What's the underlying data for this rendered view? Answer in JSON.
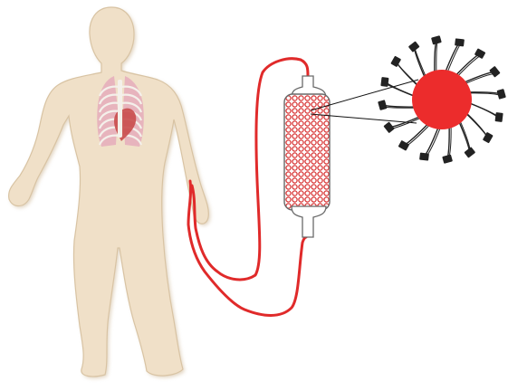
{
  "figure": {
    "elements": [
      "human-body",
      "chest-organs",
      "blood-tubing",
      "adsorption-column",
      "bead-particle"
    ],
    "colors": {
      "skin": "#f0e0c8",
      "skin_outline": "#d8c3a3",
      "tubing": "#e02a2a",
      "column_outline": "#6a6a6a",
      "column_mesh": "#d93a3a",
      "bead": "#ec2c2c",
      "ligand": "#222222",
      "lung": "#e7b4bd",
      "bone": "#f4f0ea",
      "heart": "#c94b4b"
    },
    "ligand_count": 16
  }
}
